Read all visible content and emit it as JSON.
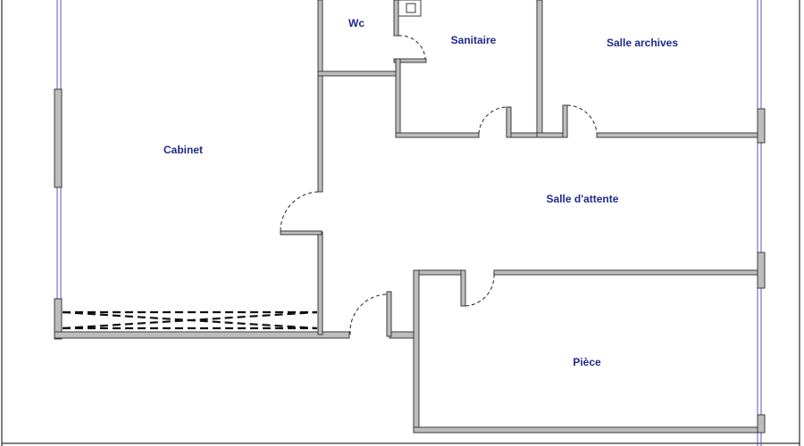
{
  "floor_plan": {
    "rooms": [
      {
        "id": "wc",
        "label": "Wc"
      },
      {
        "id": "sanitaire",
        "label": "Sanitaire"
      },
      {
        "id": "archives",
        "label": "Salle archives"
      },
      {
        "id": "cabinet",
        "label": "Cabinet"
      },
      {
        "id": "attente",
        "label": "Salle d'attente"
      },
      {
        "id": "piece",
        "label": "Pièce"
      }
    ]
  },
  "colors": {
    "wall_fill": "#bdbdbd",
    "wall_stroke": "#3a3a3a",
    "window_line": "#5b57b8",
    "label_text": "#1f2a8a",
    "door_arc": "#222222",
    "frame": "#000000"
  }
}
